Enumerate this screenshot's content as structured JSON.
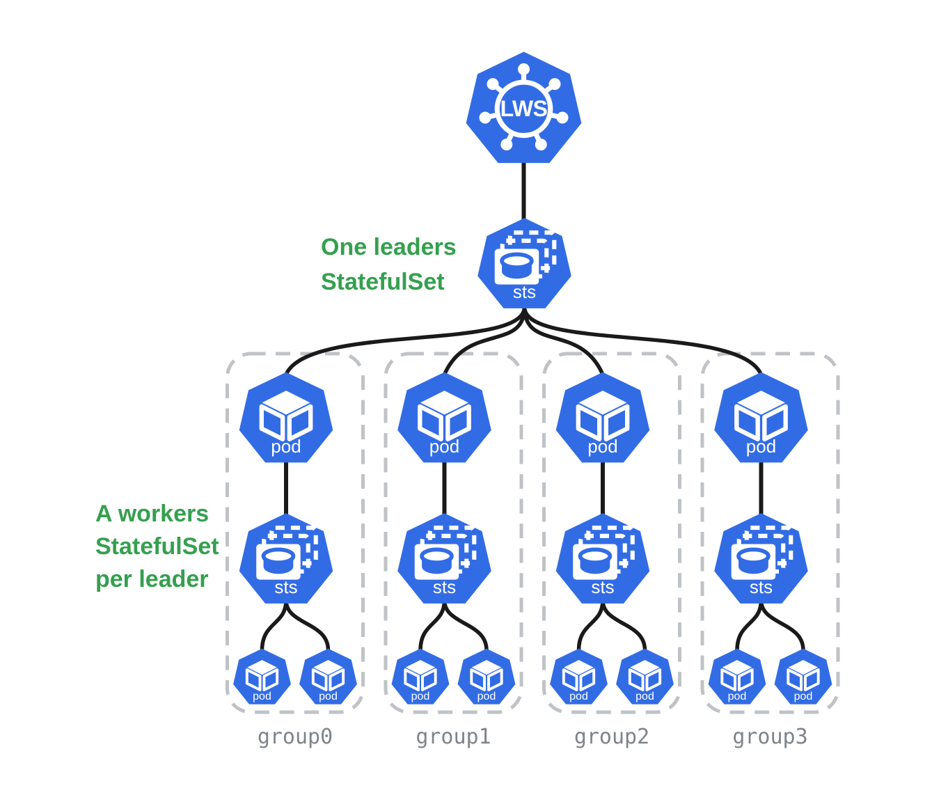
{
  "colors": {
    "kubernetes_blue": "#326CE5",
    "annotation_green": "#34A04E",
    "connector_black": "#1A1A1A",
    "group_box_dash_gray": "#BFC3C7",
    "group_label_gray": "#7E848A",
    "icon_white": "#FFFFFF"
  },
  "icon_names": {
    "root": "lws-wheel-icon",
    "statefulset": "statefulset-icon",
    "pod": "pod-cube-icon"
  },
  "lws": {
    "label": "LWS"
  },
  "leader_statefulset": {
    "label": "sts"
  },
  "annotations": {
    "leaders": {
      "lines": [
        "One leaders",
        "StatefulSet"
      ]
    },
    "workers": {
      "lines": [
        "A workers",
        "StatefulSet",
        "per leader"
      ]
    }
  },
  "groups": [
    {
      "label": "group0",
      "leader_pod_label": "pod",
      "sts_label": "sts",
      "worker_pod_labels": [
        "pod",
        "pod"
      ]
    },
    {
      "label": "group1",
      "leader_pod_label": "pod",
      "sts_label": "sts",
      "worker_pod_labels": [
        "pod",
        "pod"
      ]
    },
    {
      "label": "group2",
      "leader_pod_label": "pod",
      "sts_label": "sts",
      "worker_pod_labels": [
        "pod",
        "pod"
      ]
    },
    {
      "label": "group3",
      "leader_pod_label": "pod",
      "sts_label": "sts",
      "worker_pod_labels": [
        "pod",
        "pod"
      ]
    }
  ]
}
